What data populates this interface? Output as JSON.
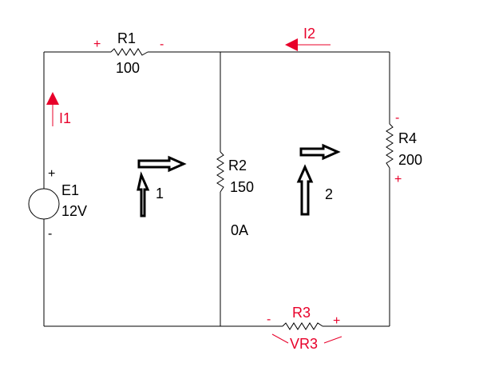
{
  "circuit": {
    "components": {
      "r1": {
        "name": "R1",
        "value": "100",
        "plus": "+",
        "minus": "-"
      },
      "r2": {
        "name": "R2",
        "value": "150",
        "current": "0A"
      },
      "r3": {
        "name": "R3",
        "probe": "VR3",
        "plus": "+",
        "minus": "-"
      },
      "r4": {
        "name": "R4",
        "value": "200",
        "plus": "+",
        "minus": "-"
      },
      "e1": {
        "name": "E1",
        "value": "12V",
        "plus": "+",
        "minus": "-"
      }
    },
    "currents": {
      "i1": "I1",
      "i2": "I2"
    },
    "loops": {
      "loop1": "1",
      "loop2": "2"
    },
    "colors": {
      "wire": "#000000",
      "annotation": "#e8002a"
    }
  }
}
